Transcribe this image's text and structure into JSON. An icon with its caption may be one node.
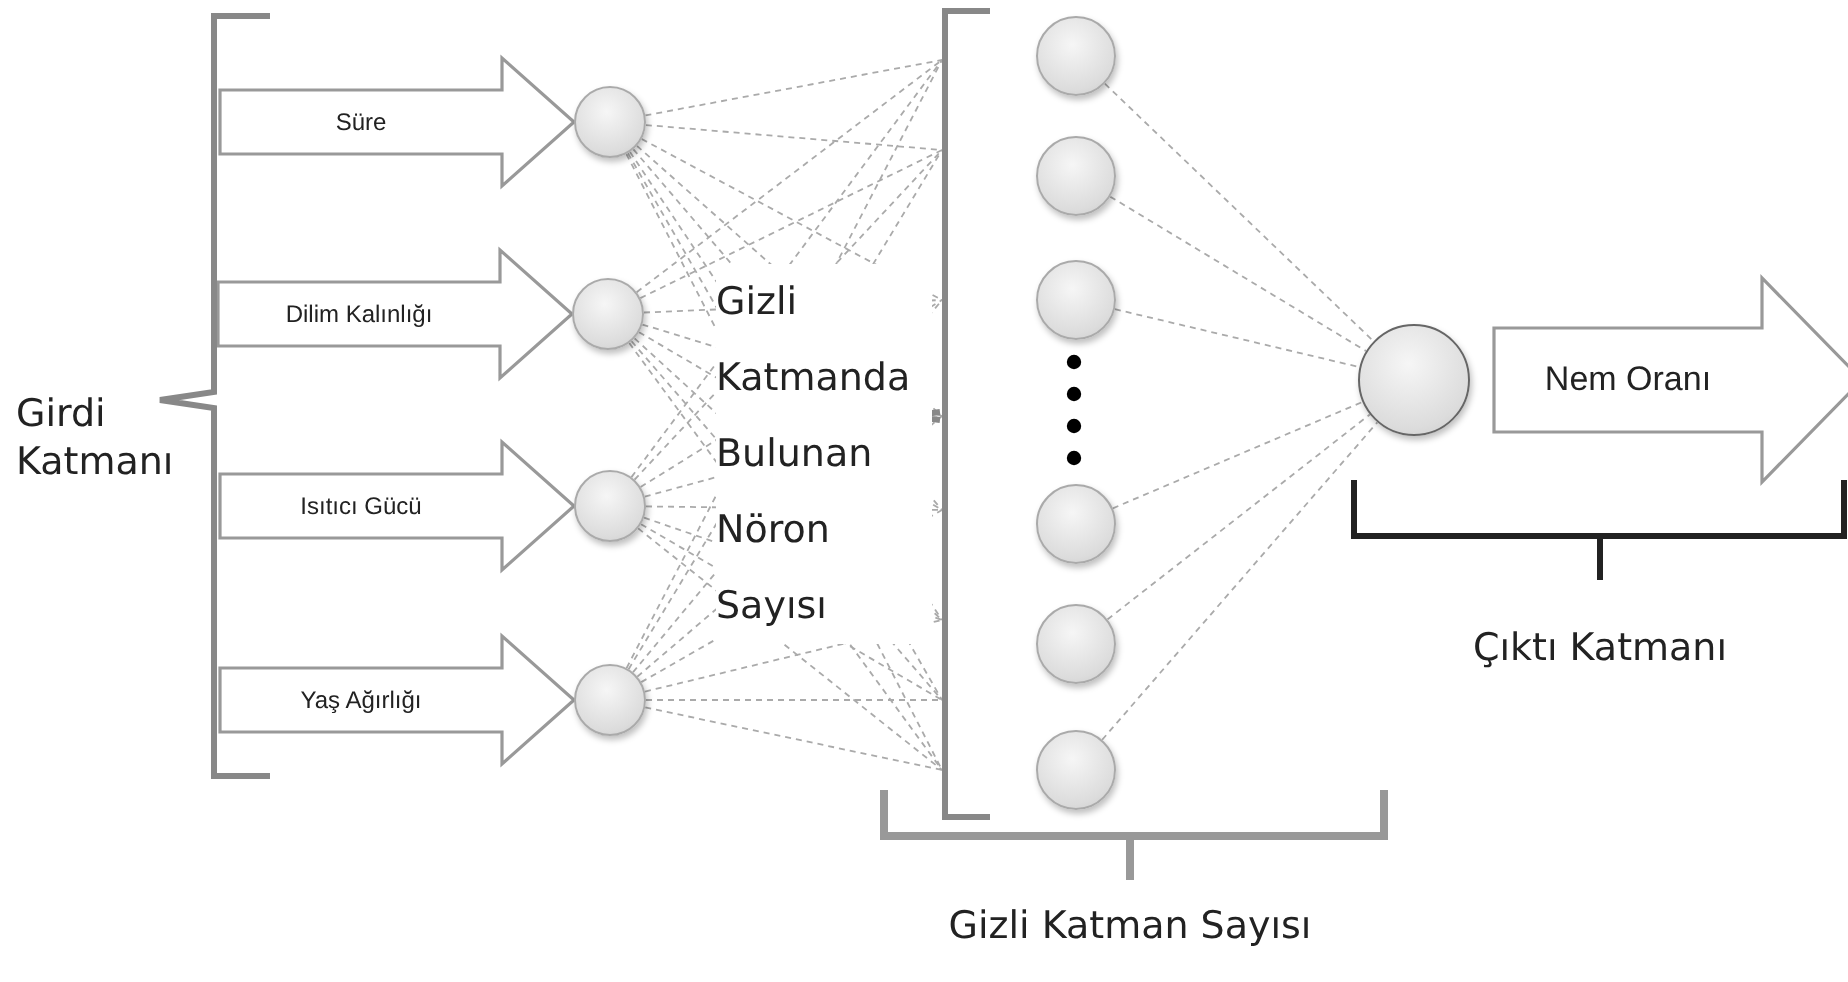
{
  "diagram": {
    "nodes": [
      {
        "text": [],
        "shape": "circle"
      },
      {
        "text": [],
        "shape": "circle"
      },
      {
        "text": [],
        "shape": "circle"
      },
      {
        "text": [],
        "shape": "circle"
      },
      {
        "text": [],
        "shape": "circle"
      },
      {
        "text": [],
        "shape": "circle"
      },
      {
        "text": [],
        "shape": "circle"
      },
      {
        "text": [],
        "shape": "circle"
      },
      {
        "text": [],
        "shape": "circle"
      },
      {
        "text": [],
        "shape": "circle"
      },
      {
        "text": [],
        "shape": "circle"
      },
      {
        "text": [],
        "shape": "bracket"
      }
    ],
    "edges": [
      {
        "from": 0,
        "to": 11,
        "arrow": "none",
        "style": "dashed"
      },
      {
        "from": 0,
        "to": 11,
        "arrow": "none",
        "style": "dashed"
      },
      {
        "from": 0,
        "to": 11,
        "arrow": "none",
        "style": "dashed"
      },
      {
        "from": 0,
        "to": 11,
        "arrow": "none",
        "style": "dashed"
      },
      {
        "from": 0,
        "to": 11,
        "arrow": "none",
        "style": "dashed"
      },
      {
        "from": 0,
        "to": 11,
        "arrow": "none",
        "style": "dashed"
      },
      {
        "from": 0,
        "to": 11,
        "arrow": "none",
        "style": "dashed"
      },
      {
        "from": 0,
        "to": 11,
        "arrow": "none",
        "style": "dashed"
      },
      {
        "from": 1,
        "to": 11,
        "arrow": "none",
        "style": "dashed"
      },
      {
        "from": 1,
        "to": 11,
        "arrow": "none",
        "style": "dashed"
      },
      {
        "from": 1,
        "to": 11,
        "arrow": "none",
        "style": "dashed"
      },
      {
        "from": 1,
        "to": 11,
        "arrow": "none",
        "style": "dashed"
      },
      {
        "from": 1,
        "to": 11,
        "arrow": "none",
        "style": "dashed"
      },
      {
        "from": 1,
        "to": 11,
        "arrow": "none",
        "style": "dashed"
      },
      {
        "from": 1,
        "to": 11,
        "arrow": "none",
        "style": "dashed"
      },
      {
        "from": 1,
        "to": 11,
        "arrow": "none",
        "style": "dashed"
      },
      {
        "from": 2,
        "to": 11,
        "arrow": "none",
        "style": "dashed"
      },
      {
        "from": 2,
        "to": 11,
        "arrow": "none",
        "style": "dashed"
      },
      {
        "from": 2,
        "to": 11,
        "arrow": "none",
        "style": "dashed"
      },
      {
        "from": 2,
        "to": 11,
        "arrow": "none",
        "style": "dashed"
      },
      {
        "from": 2,
        "to": 11,
        "arrow": "none",
        "style": "dashed"
      },
      {
        "from": 2,
        "to": 11,
        "arrow": "none",
        "style": "dashed"
      },
      {
        "from": 2,
        "to": 11,
        "arrow": "none",
        "style": "dashed"
      },
      {
        "from": 2,
        "to": 11,
        "arrow": "none",
        "style": "dashed"
      },
      {
        "from": 3,
        "to": 11,
        "arrow": "none",
        "style": "dashed"
      },
      {
        "from": 3,
        "to": 11,
        "arrow": "none",
        "style": "dashed"
      },
      {
        "from": 3,
        "to": 11,
        "arrow": "none",
        "style": "dashed"
      },
      {
        "from": 3,
        "to": 11,
        "arrow": "none",
        "style": "dashed"
      },
      {
        "from": 3,
        "to": 11,
        "arrow": "none",
        "style": "dashed"
      },
      {
        "from": 3,
        "to": 11,
        "arrow": "none",
        "style": "dashed"
      },
      {
        "from": 3,
        "to": 11,
        "arrow": "none",
        "style": "dashed"
      },
      {
        "from": 3,
        "to": 11,
        "arrow": "none",
        "style": "dashed"
      },
      {
        "from": 4,
        "to": 10,
        "arrow": "none",
        "style": "dashed"
      },
      {
        "from": 5,
        "to": 10,
        "arrow": "none",
        "style": "dashed"
      },
      {
        "from": 6,
        "to": 10,
        "arrow": "none",
        "style": "dashed"
      },
      {
        "from": 7,
        "to": 10,
        "arrow": "none",
        "style": "dashed"
      },
      {
        "from": 8,
        "to": 10,
        "arrow": "none",
        "style": "dashed"
      },
      {
        "from": 9,
        "to": 10,
        "arrow": "none",
        "style": "dashed"
      },
      {
        "from": null,
        "to": 0,
        "arrow": "to",
        "style": "thick",
        "label": "Süre"
      },
      {
        "from": null,
        "to": 1,
        "arrow": "to",
        "style": "thick",
        "label": "Dilim Kalınlığı"
      },
      {
        "from": null,
        "to": 2,
        "arrow": "to",
        "style": "thick",
        "label": "Isıtıcı Gücü"
      },
      {
        "from": null,
        "to": 3,
        "arrow": "to",
        "style": "thick",
        "label": "Yaş Ağırlığı"
      },
      {
        "from": 10,
        "to": null,
        "arrow": "to",
        "style": "thick",
        "label": "Nem Oranı"
      }
    ],
    "labels": [
      "Girdi Katmanı",
      "Gizli Katmanda Bulunan Nöron Sayısı",
      "Çıktı Katmanı",
      "Gizli Katman Sayısı"
    ]
  }
}
